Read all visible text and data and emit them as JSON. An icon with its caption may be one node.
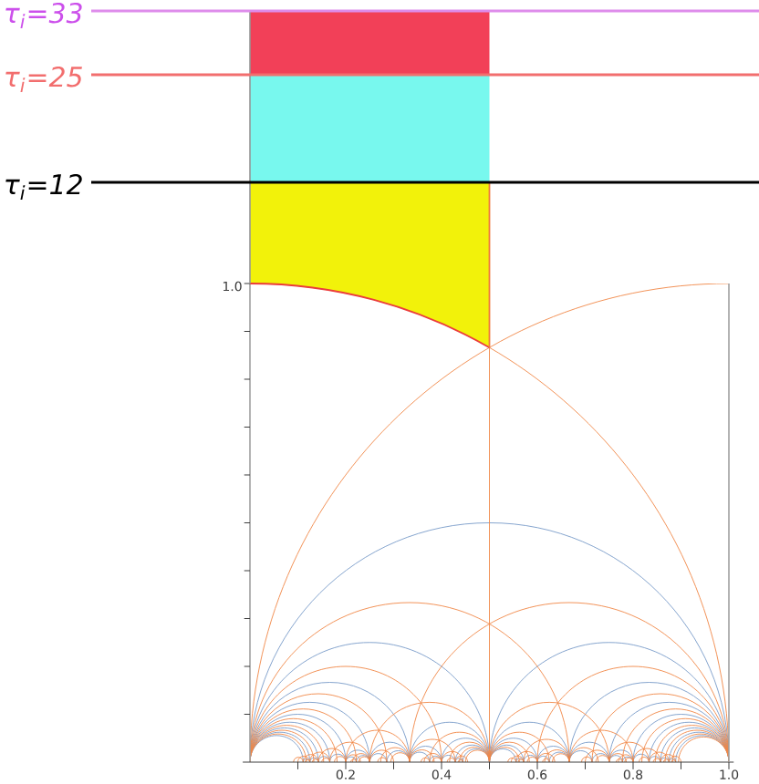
{
  "diagram": {
    "labels": [
      "τ$_{i}$=33",
      "τ$_{i}$=25",
      "τ$_{i}$=12",
      "1.0",
      "0.2",
      "0.4",
      "0.6",
      "0.8",
      "1.0"
    ]
  }
}
